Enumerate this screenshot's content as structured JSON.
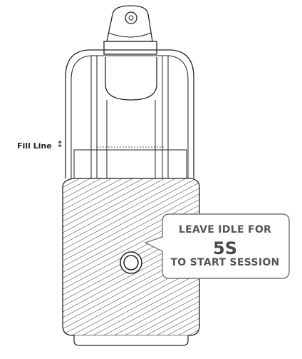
{
  "fill_line": {
    "label": "Fill Line",
    "arrow_icon": "up-down-arrow-icon"
  },
  "callout": {
    "line1": "LEAVE IDLE FOR",
    "line2": "5S",
    "line3": "TO START SESSION"
  },
  "colors": {
    "stroke": "#222222",
    "callout_text": "#555555"
  }
}
